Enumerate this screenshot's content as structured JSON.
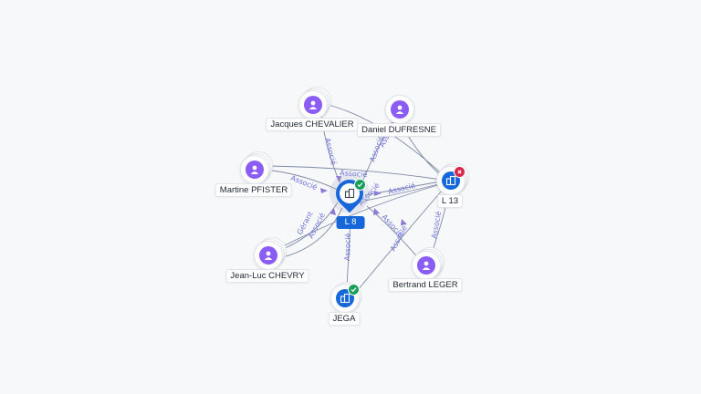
{
  "nodes": {
    "l8": {
      "label": "L 8",
      "icon": "company-icon",
      "status": "active"
    },
    "jacques": {
      "label": "Jacques CHEVALIER",
      "icon": "person-icon"
    },
    "daniel": {
      "label": "Daniel DUFRESNE",
      "icon": "person-icon"
    },
    "martine": {
      "label": "Martine PFISTER",
      "icon": "person-icon"
    },
    "jeanluc": {
      "label": "Jean-Luc CHEVRY",
      "icon": "person-icon"
    },
    "bertrand": {
      "label": "Bertrand LEGER",
      "icon": "person-icon"
    },
    "jega": {
      "label": "JEGA",
      "icon": "company-icon",
      "status": "active"
    },
    "l13": {
      "label": "L 13",
      "icon": "company-icon",
      "status": "inactive"
    }
  },
  "edges": [
    {
      "id": "jacques-l8",
      "label": "Associé"
    },
    {
      "id": "jacques-l13",
      "label": ""
    },
    {
      "id": "daniel-l8",
      "label": "Associé"
    },
    {
      "id": "daniel-l13",
      "label": "Associé"
    },
    {
      "id": "martine-l8",
      "label": "Associé"
    },
    {
      "id": "martine-l13",
      "label": "Associé"
    },
    {
      "id": "l8-l13",
      "label": "Associé"
    },
    {
      "id": "jeanluc-l8-a",
      "label": "Gérant"
    },
    {
      "id": "jeanluc-l8-b",
      "label": "Associé"
    },
    {
      "id": "jeanluc-l13",
      "label": ""
    },
    {
      "id": "bertrand-l8",
      "label": "Associé"
    },
    {
      "id": "bertrand-l13",
      "label": "Associé"
    },
    {
      "id": "jega-l8",
      "label": "Associé"
    },
    {
      "id": "jega-l13",
      "label": "Associé"
    },
    {
      "id": "l8-l13-b",
      "label": "Associé"
    }
  ],
  "colors": {
    "person": "#8b5cf6",
    "company": "#1667d9",
    "active": "#18a05a",
    "inactive": "#d7264a",
    "edge": "#7f8aa8",
    "edge_label": "#6f70d8"
  }
}
